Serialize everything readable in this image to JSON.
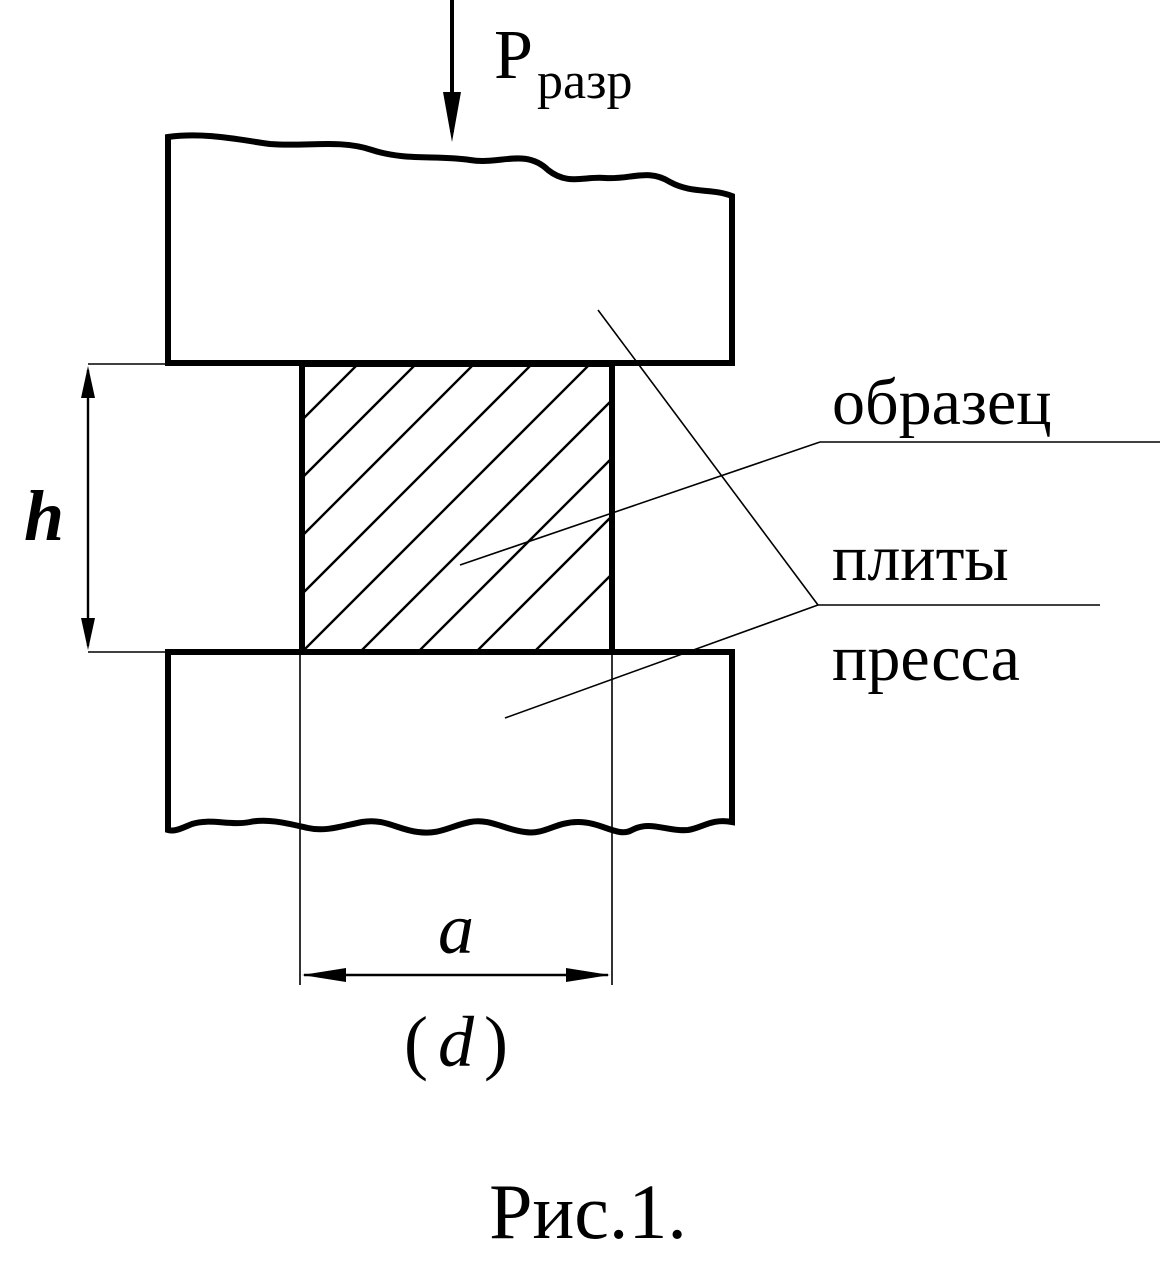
{
  "load": {
    "symbol": "P",
    "subscript": "разр"
  },
  "labels": {
    "specimen": "образец",
    "plates_line1": "плиты",
    "plates_line2": "пресса"
  },
  "dimensions": {
    "height_symbol": "h",
    "width_symbol": "a",
    "diameter_open": "(",
    "diameter_symbol": "d",
    "diameter_close": ")"
  },
  "caption": "Рис.1.",
  "colors": {
    "ink": "#000000",
    "paper": "#ffffff"
  }
}
